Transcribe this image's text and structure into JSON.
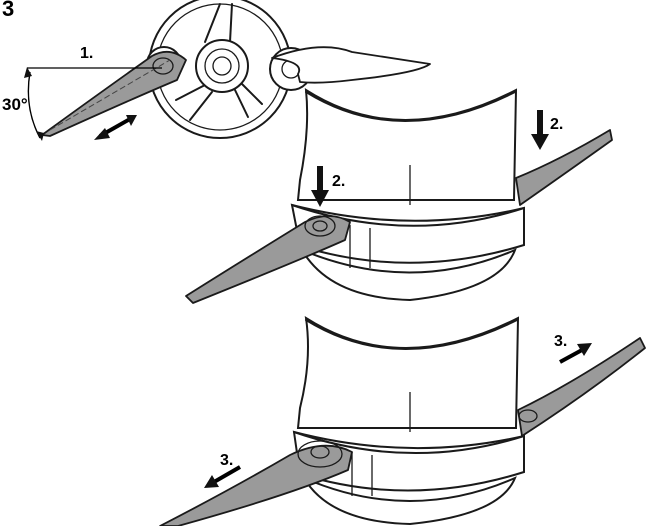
{
  "figure": {
    "number": "3"
  },
  "angle": {
    "label": "30°"
  },
  "steps": {
    "step1": "1.",
    "step2_top": "2.",
    "step2_blade": "2.",
    "step3_right": "3.",
    "step3_left": "3."
  },
  "colors": {
    "ink": "#1a1a1a",
    "blade_fill": "#9a9a9a",
    "background": "#ffffff"
  }
}
